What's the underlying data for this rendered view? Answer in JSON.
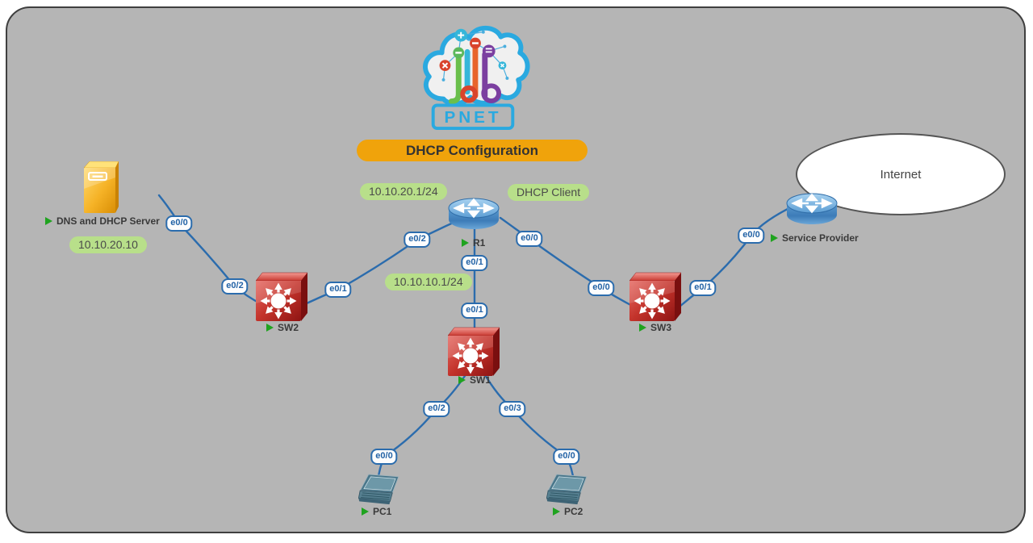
{
  "title": {
    "label": "DHCP Configuration"
  },
  "logo": {
    "brand": "PNET"
  },
  "internet": {
    "label": "Internet"
  },
  "colors": {
    "canvas": "#b5b5b5",
    "link": "#2b6cad",
    "banner": "#f0a30b",
    "annotation": "#b8df8a",
    "interface_label": "#2363a6",
    "switch_red": "#c0392b",
    "router_blue": "#5596cc",
    "server_gold": "#f5b41f",
    "running_triangle": "#1fa31f"
  },
  "nodes": {
    "server": {
      "label": "DNS and DHCP Server",
      "type": "server"
    },
    "sw2": {
      "label": "SW2",
      "type": "switch"
    },
    "sw1": {
      "label": "SW1",
      "type": "switch"
    },
    "sw3": {
      "label": "SW3",
      "type": "switch"
    },
    "r1": {
      "label": "R1",
      "type": "router"
    },
    "sp": {
      "label": "Service Provider",
      "type": "router"
    },
    "pc1": {
      "label": "PC1",
      "type": "laptop"
    },
    "pc2": {
      "label": "PC2",
      "type": "laptop"
    }
  },
  "annotations": {
    "server_ip": "10.10.20.10",
    "r1_lan20_ip": "10.10.20.1/24",
    "dhcp_client": "DHCP Client",
    "r1_lan10_ip": "10.10.10.1/24"
  },
  "links": {
    "server_sw2": {
      "a": "e0/0",
      "b": "e0/2"
    },
    "sw2_r1": {
      "a": "e0/1",
      "b": "e0/2"
    },
    "r1_sw1": {
      "a": "e0/1",
      "b": "e0/1"
    },
    "r1_sw3": {
      "a": "e0/0",
      "b": "e0/0"
    },
    "sw3_sp": {
      "a": "e0/1",
      "b": "e0/0"
    },
    "sw1_pc1": {
      "a": "e0/2",
      "b": "e0/0"
    },
    "sw1_pc2": {
      "a": "e0/3",
      "b": "e0/0"
    }
  }
}
